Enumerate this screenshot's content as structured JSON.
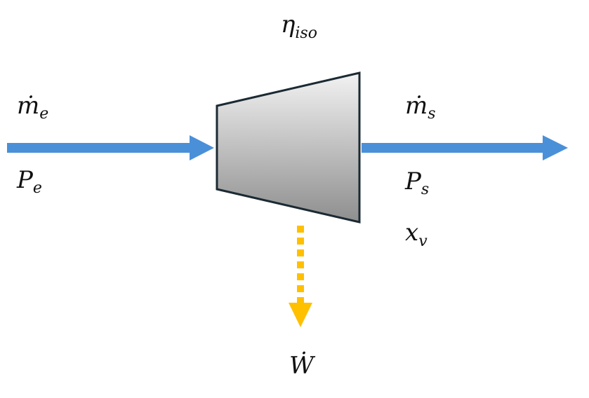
{
  "labels": {
    "efficiency": {
      "main": "η",
      "sub": "iso"
    },
    "inlet_mass_flow": {
      "main": "ṁ",
      "sub": "e"
    },
    "inlet_pressure": {
      "main": "P",
      "sub": "e"
    },
    "outlet_mass_flow": {
      "main": "ṁ",
      "sub": "s"
    },
    "outlet_pressure": {
      "main": "P",
      "sub": "s"
    },
    "vapor_quality": {
      "main": "x",
      "sub": "v"
    },
    "work": {
      "main": "Ẇ",
      "sub": ""
    }
  },
  "colors": {
    "flow_arrow": "#4a90d9",
    "work_arrow": "#ffc000",
    "turbine_outline": "#1b2a33",
    "turbine_fill_top": "#f2f2f2",
    "turbine_fill_bottom": "#8e8e8e"
  }
}
